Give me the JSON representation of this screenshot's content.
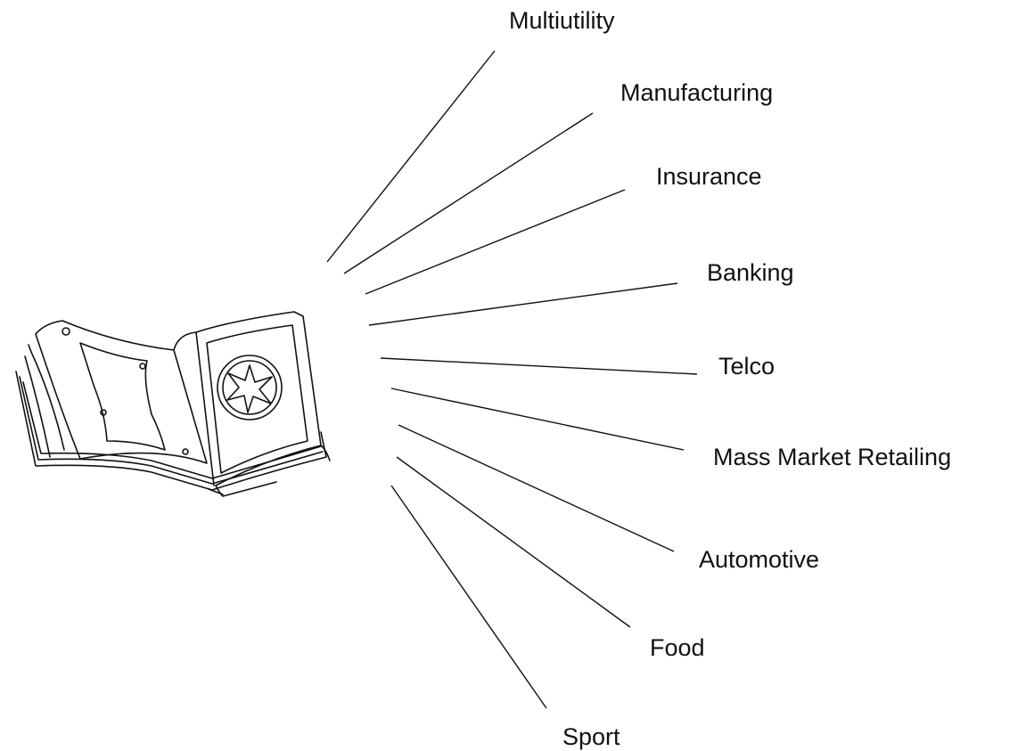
{
  "diagram": {
    "center_icon": "open-book-icon",
    "branches": [
      {
        "label": "Multiutility"
      },
      {
        "label": "Manufacturing"
      },
      {
        "label": "Insurance"
      },
      {
        "label": "Banking"
      },
      {
        "label": "Telco"
      },
      {
        "label": "Mass Market Retailing"
      },
      {
        "label": "Automotive"
      },
      {
        "label": "Food"
      },
      {
        "label": "Sport"
      }
    ],
    "colors": {
      "line": "#111111",
      "text": "#111111",
      "background": "#ffffff"
    }
  }
}
